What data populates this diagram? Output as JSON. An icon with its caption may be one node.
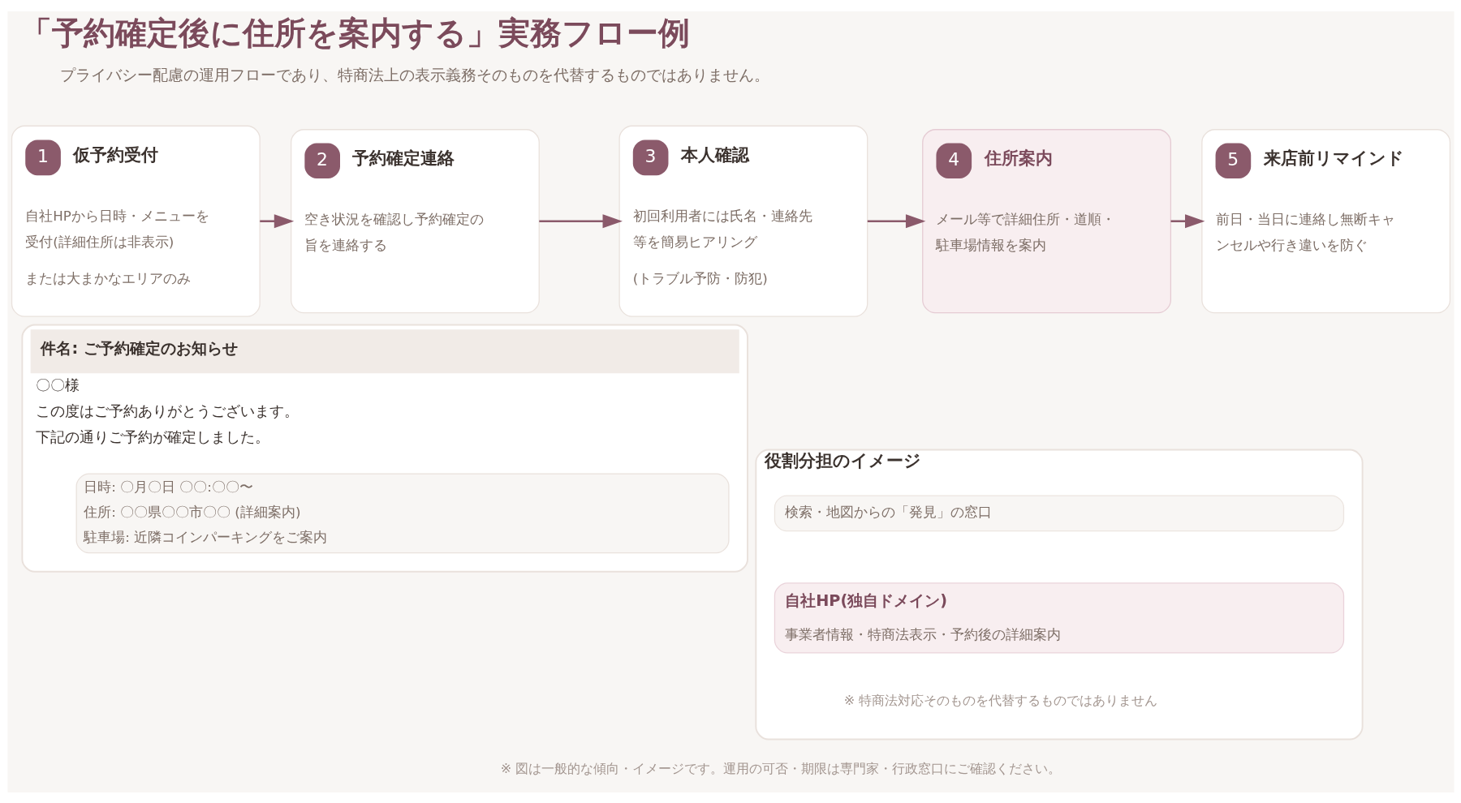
{
  "diagram": {
    "title": "「予約確定後に住所を案内する」実務フロー例",
    "nodes": [
      {
        "text": [
          "1",
          "仮予約受付",
          "自社HPから日時・メニューを受付(詳細住所は非表示)",
          "または大まかなエリアのみ"
        ]
      },
      {
        "text": [
          "2",
          "予約確定連絡",
          "空き状況を確認し予約確定の旨を連絡する"
        ]
      },
      {
        "text": [
          "3",
          "本人確認",
          "初回利用者には氏名・連絡先等を簡易ヒアリング",
          "(トラブル予防・防犯)"
        ]
      },
      {
        "text": [
          "4",
          "住所案内",
          "メール等で詳細住所・道順・駐車場情報を案内"
        ]
      },
      {
        "text": [
          "5",
          "来店前リマインド",
          "前日・当日に連絡し無断キャンセルや行き違いを防ぐ"
        ]
      },
      {
        "text": [
          "件名: ご予約確定のお知らせ",
          "〇〇様",
          "この度はご予約ありがとうございます。",
          "下記の通りご予約が確定しました。"
        ]
      },
      {
        "text": [
          "日時: 〇月〇日 〇〇:〇〇〜",
          "住所: 〇〇県〇〇市〇〇 (詳細案内)",
          "駐車場: 近隣コインパーキングをご案内"
        ],
        "in": 5
      },
      {
        "text": [
          "役割分担のイメージ"
        ]
      },
      {
        "text": [
          "検索・地図からの「発見」の窓口"
        ],
        "in": 7
      },
      {
        "text": [
          "自社HP(独自ドメイン)",
          "事業者情報・特商法表示・予約後の詳細案内"
        ],
        "in": 7
      }
    ],
    "edges": [
      {
        "from": 0,
        "to": 1,
        "arrow": "to"
      },
      {
        "from": 1,
        "to": 2,
        "arrow": "to"
      },
      {
        "from": 2,
        "to": 3,
        "arrow": "to"
      },
      {
        "from": 3,
        "to": 4,
        "arrow": "to"
      }
    ],
    "labels": [
      "プライバシー配慮の運用フローであり、特商法上の表示義務そのものを代替するものではありません。",
      "※ 特商法対応そのものを代替するものではありません",
      "※ 図は一般的な傾向・イメージです。運用の可否・期限は専門家・行政窓口にご確認ください。"
    ]
  }
}
